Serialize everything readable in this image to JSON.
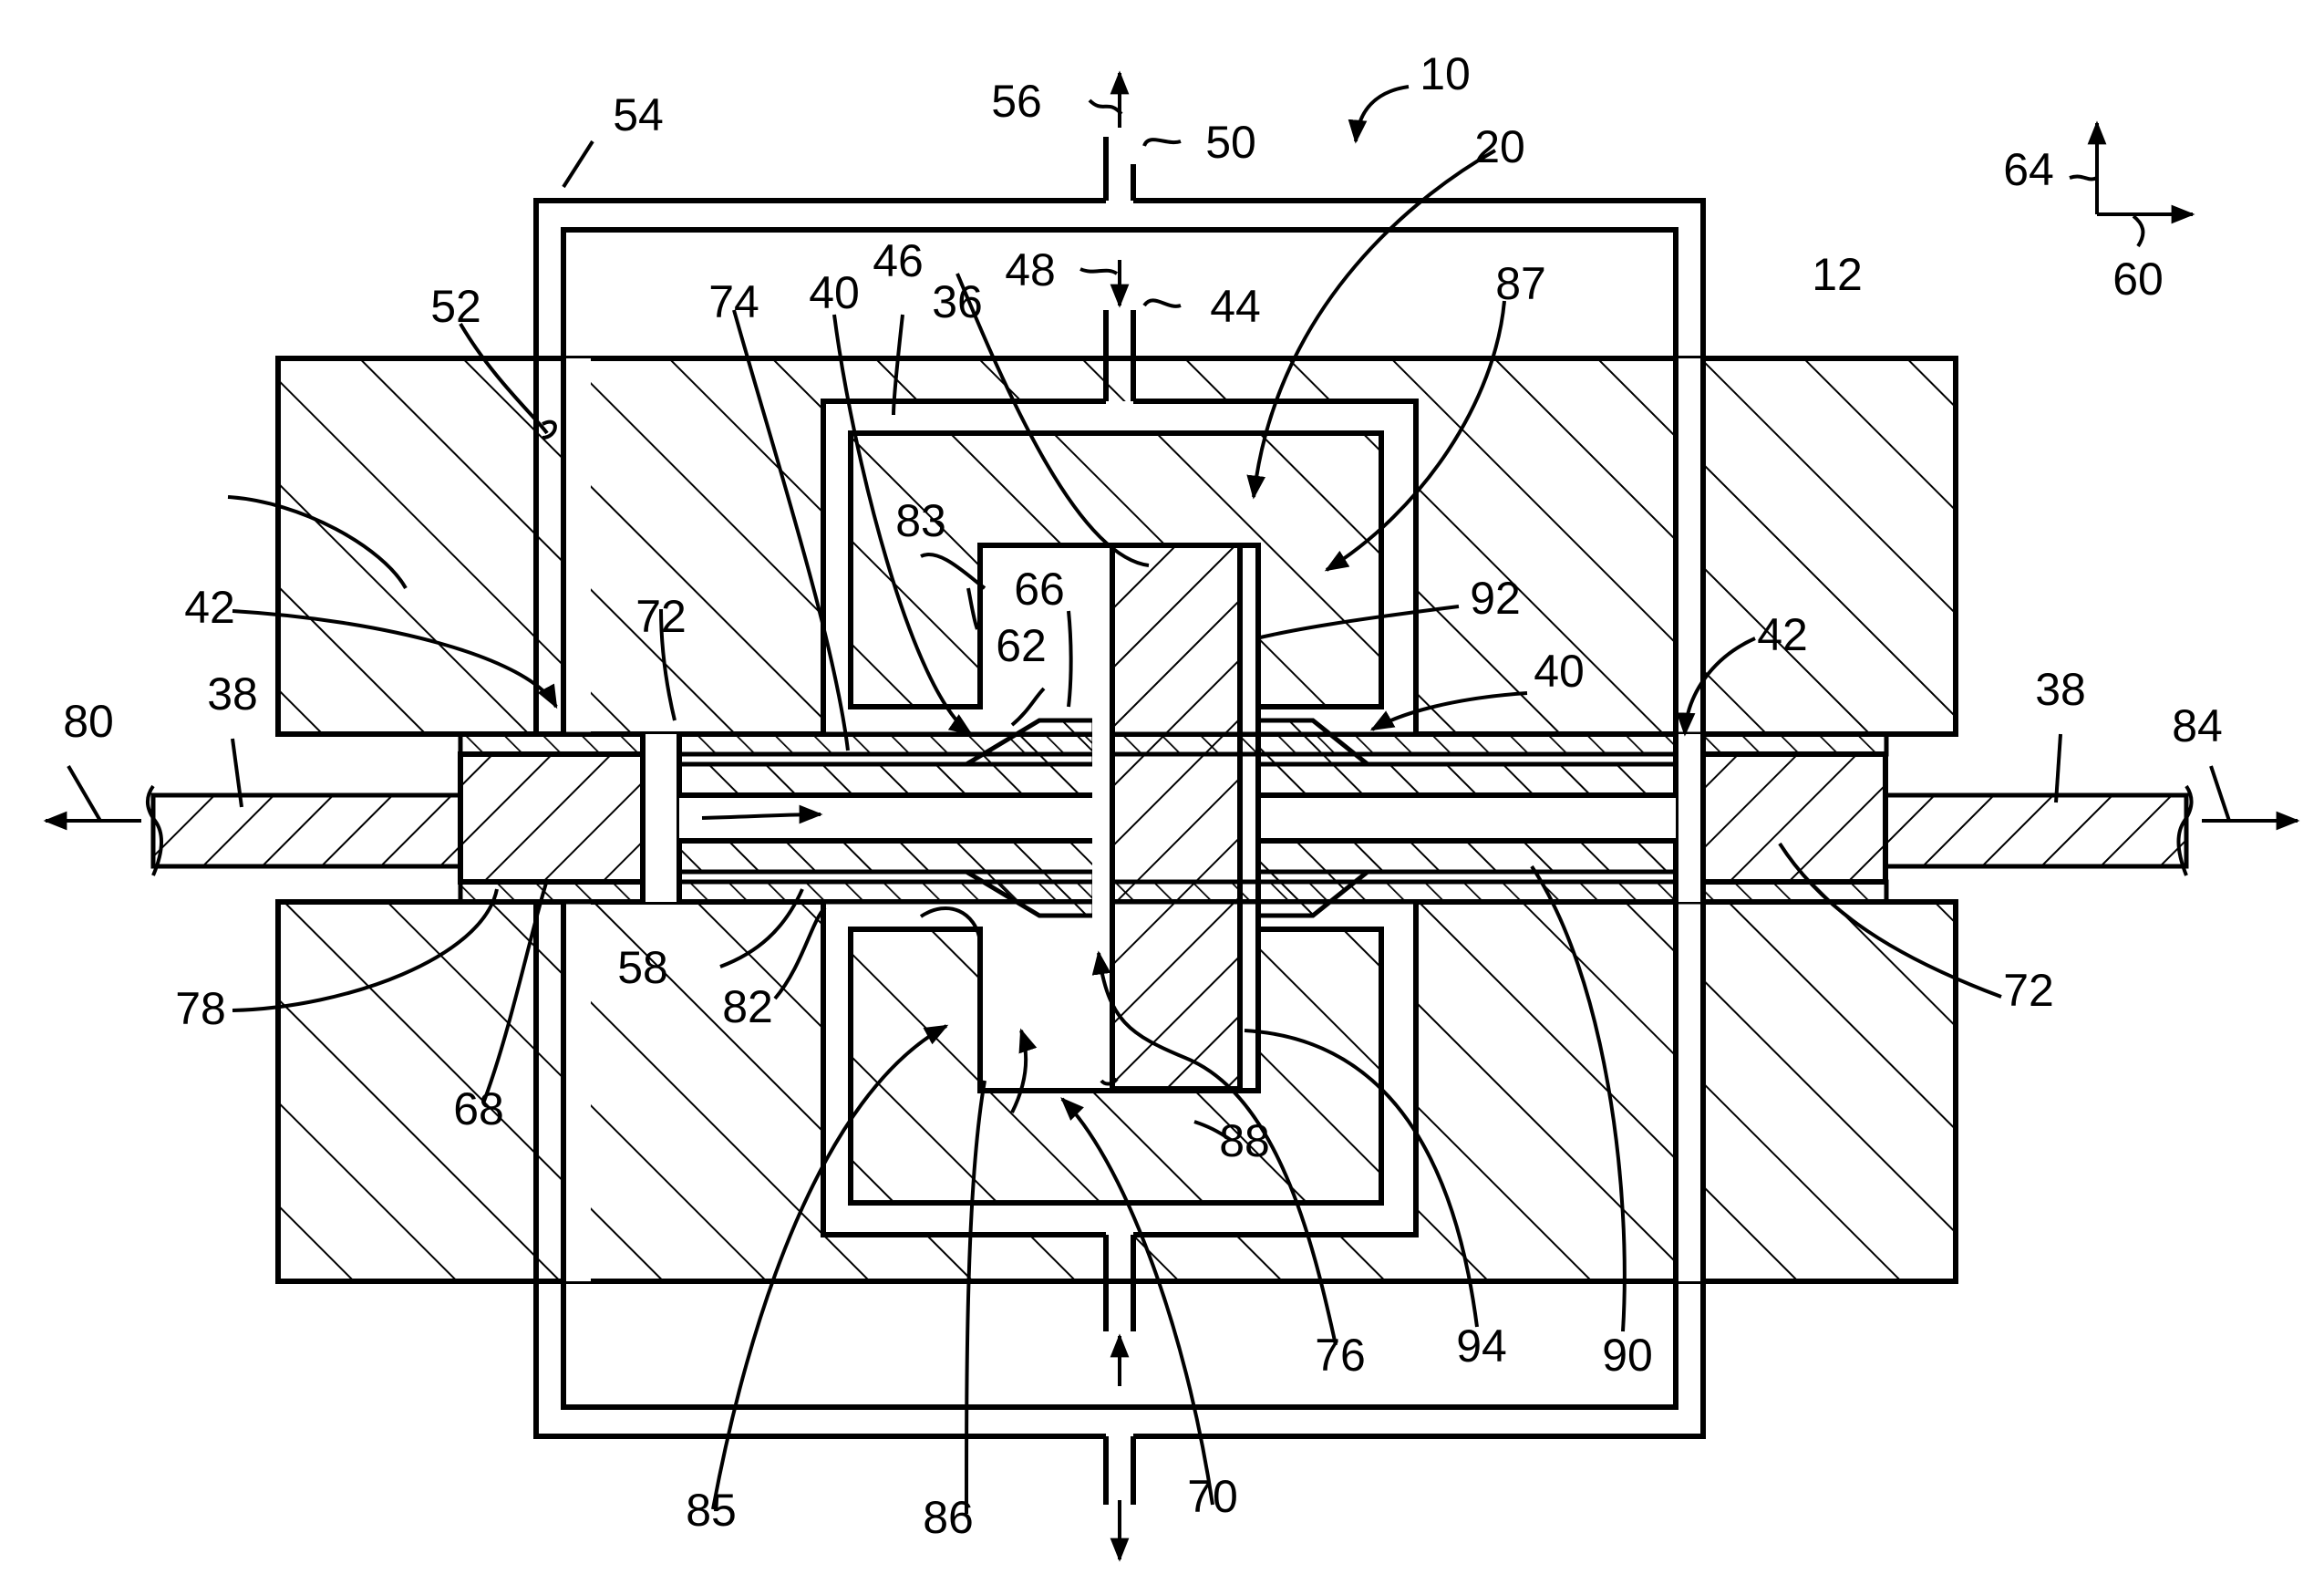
{
  "labels": {
    "ref_10": "10",
    "ref_12": "12",
    "ref_20": "20",
    "ref_36": "36",
    "ref_38_left": "38",
    "ref_38_right": "38",
    "ref_40_top": "40",
    "ref_40_right": "40",
    "ref_42_left": "42",
    "ref_42_right": "42",
    "ref_44": "44",
    "ref_46": "46",
    "ref_48": "48",
    "ref_50": "50",
    "ref_52": "52",
    "ref_54": "54",
    "ref_56": "56",
    "ref_58": "58",
    "ref_60": "60",
    "ref_62": "62",
    "ref_64": "64",
    "ref_66": "66",
    "ref_68": "68",
    "ref_70": "70",
    "ref_72_top": "72",
    "ref_72_right": "72",
    "ref_74": "74",
    "ref_76": "76",
    "ref_78": "78",
    "ref_80": "80",
    "ref_82": "82",
    "ref_83": "83",
    "ref_84": "84",
    "ref_85": "85",
    "ref_86": "86",
    "ref_87": "87",
    "ref_88": "88",
    "ref_90": "90",
    "ref_92": "92",
    "ref_94": "94"
  }
}
